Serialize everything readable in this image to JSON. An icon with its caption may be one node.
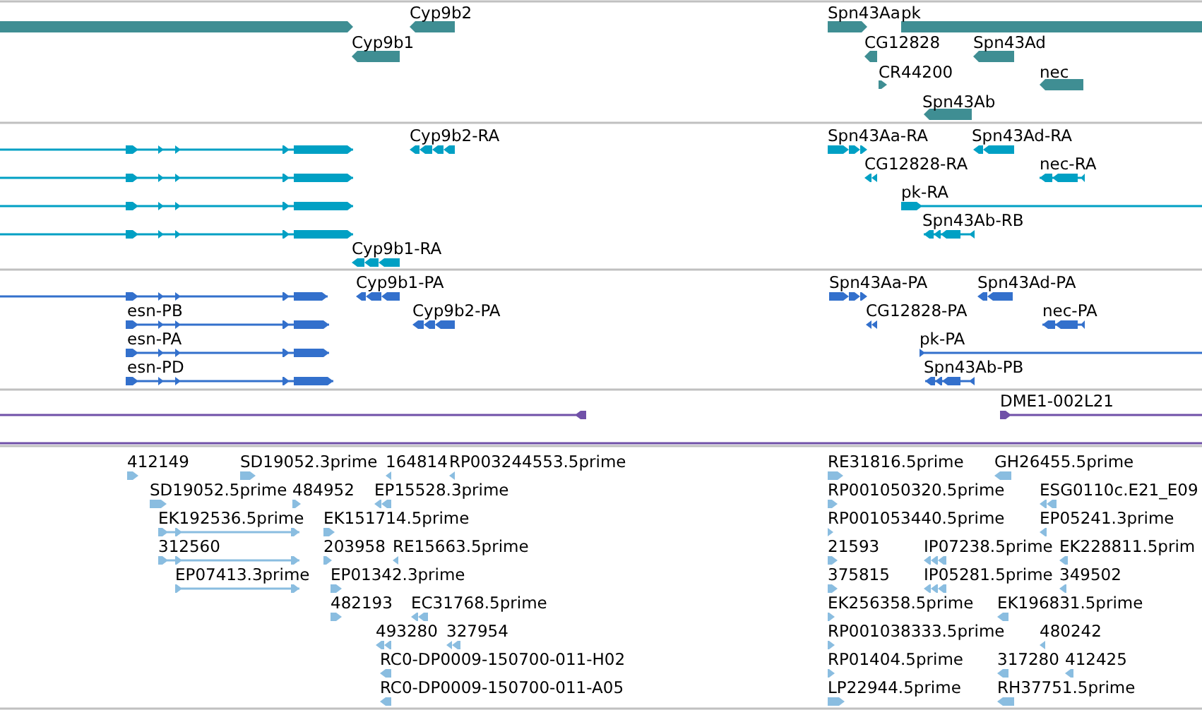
{
  "diagram": {
    "labels": [
      "Cyp9b2",
      "Spn43Aa",
      "pk",
      "Cyp9b1",
      "CG12828",
      "Spn43Ad",
      "CR44200",
      "nec",
      "Spn43Ab",
      "Cyp9b2-RA",
      "Spn43Aa-RA",
      "Spn43Ad-RA",
      "CG12828-RA",
      "nec-RA",
      "pk-RA",
      "Spn43Ab-RB",
      "Cyp9b1-RA",
      "Cyp9b1-PA",
      "Spn43Aa-PA",
      "Spn43Ad-PA",
      "esn-PB",
      "Cyp9b2-PA",
      "CG12828-PA",
      "nec-PA",
      "esn-PA",
      "pk-PA",
      "esn-PD",
      "Spn43Ab-PB",
      "DME1-002L21",
      "412149",
      "SD19052.3prime",
      "164814",
      "RP003244553.5prime",
      "SD19052.5prime",
      "484952",
      "EP15528.3prime",
      "EK192536.5prime",
      "EK151714.5prime",
      "312560",
      "203958",
      "RE15663.5prime",
      "EP07413.3prime",
      "EP01342.3prime",
      "482193",
      "EC31768.5prime",
      "493280",
      "327954",
      "RC0-DP0009-150700-011-H02",
      "RC0-DP0009-150700-011-A05",
      "RE31816.5prime",
      "GH26455.5prime",
      "RP001050320.5prime",
      "ESG0110c.E21_E09",
      "RP001053440.5prime",
      "EP05241.3prime",
      "21593",
      "IP07238.5prime",
      "EK228811.5prim",
      "375815",
      "IP05281.5prime",
      "349502",
      "EK256358.5prime",
      "EK196831.5prime",
      "RP001038333.5prime",
      "480242",
      "RP01404.5prime",
      "317280",
      "412425",
      "LP22944.5prime",
      "RH37751.5prime"
    ]
  }
}
